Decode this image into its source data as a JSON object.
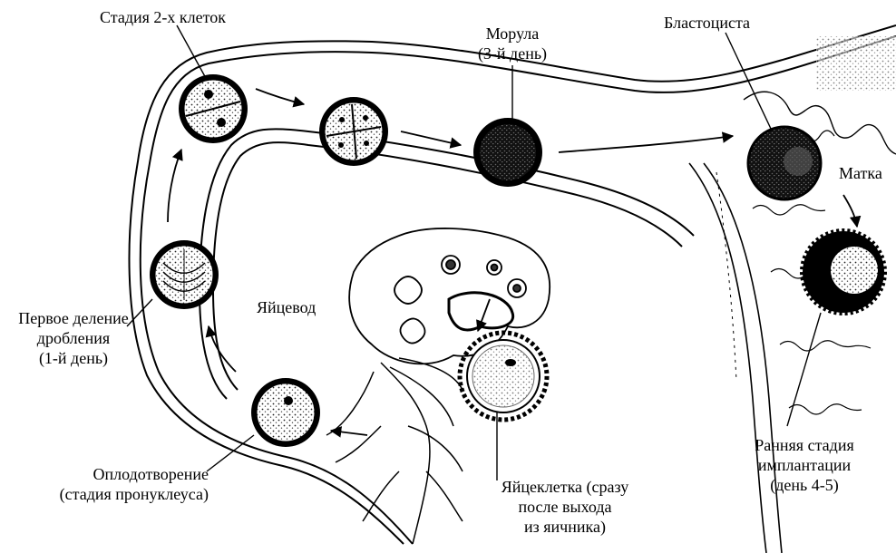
{
  "labels": {
    "two_cell": [
      "Стадия 2-х клеток"
    ],
    "morula": [
      "Морула",
      "(3-й день)"
    ],
    "blastocyst": [
      "Бластоциста"
    ],
    "uterus": [
      "Матка"
    ],
    "first_cleavage": [
      "Первое деление",
      "дробления",
      "(1-й день)"
    ],
    "oviduct": [
      "Яйцевод"
    ],
    "fertilization": [
      "Оплодотворение",
      "(стадия пронуклеуса)"
    ],
    "egg": [
      "Яйцеклетка  (сразу",
      "после выхода",
      "из яичника)"
    ],
    "implantation": [
      "Ранняя стадия",
      "имплантации",
      "(день 4-5)"
    ]
  }
}
